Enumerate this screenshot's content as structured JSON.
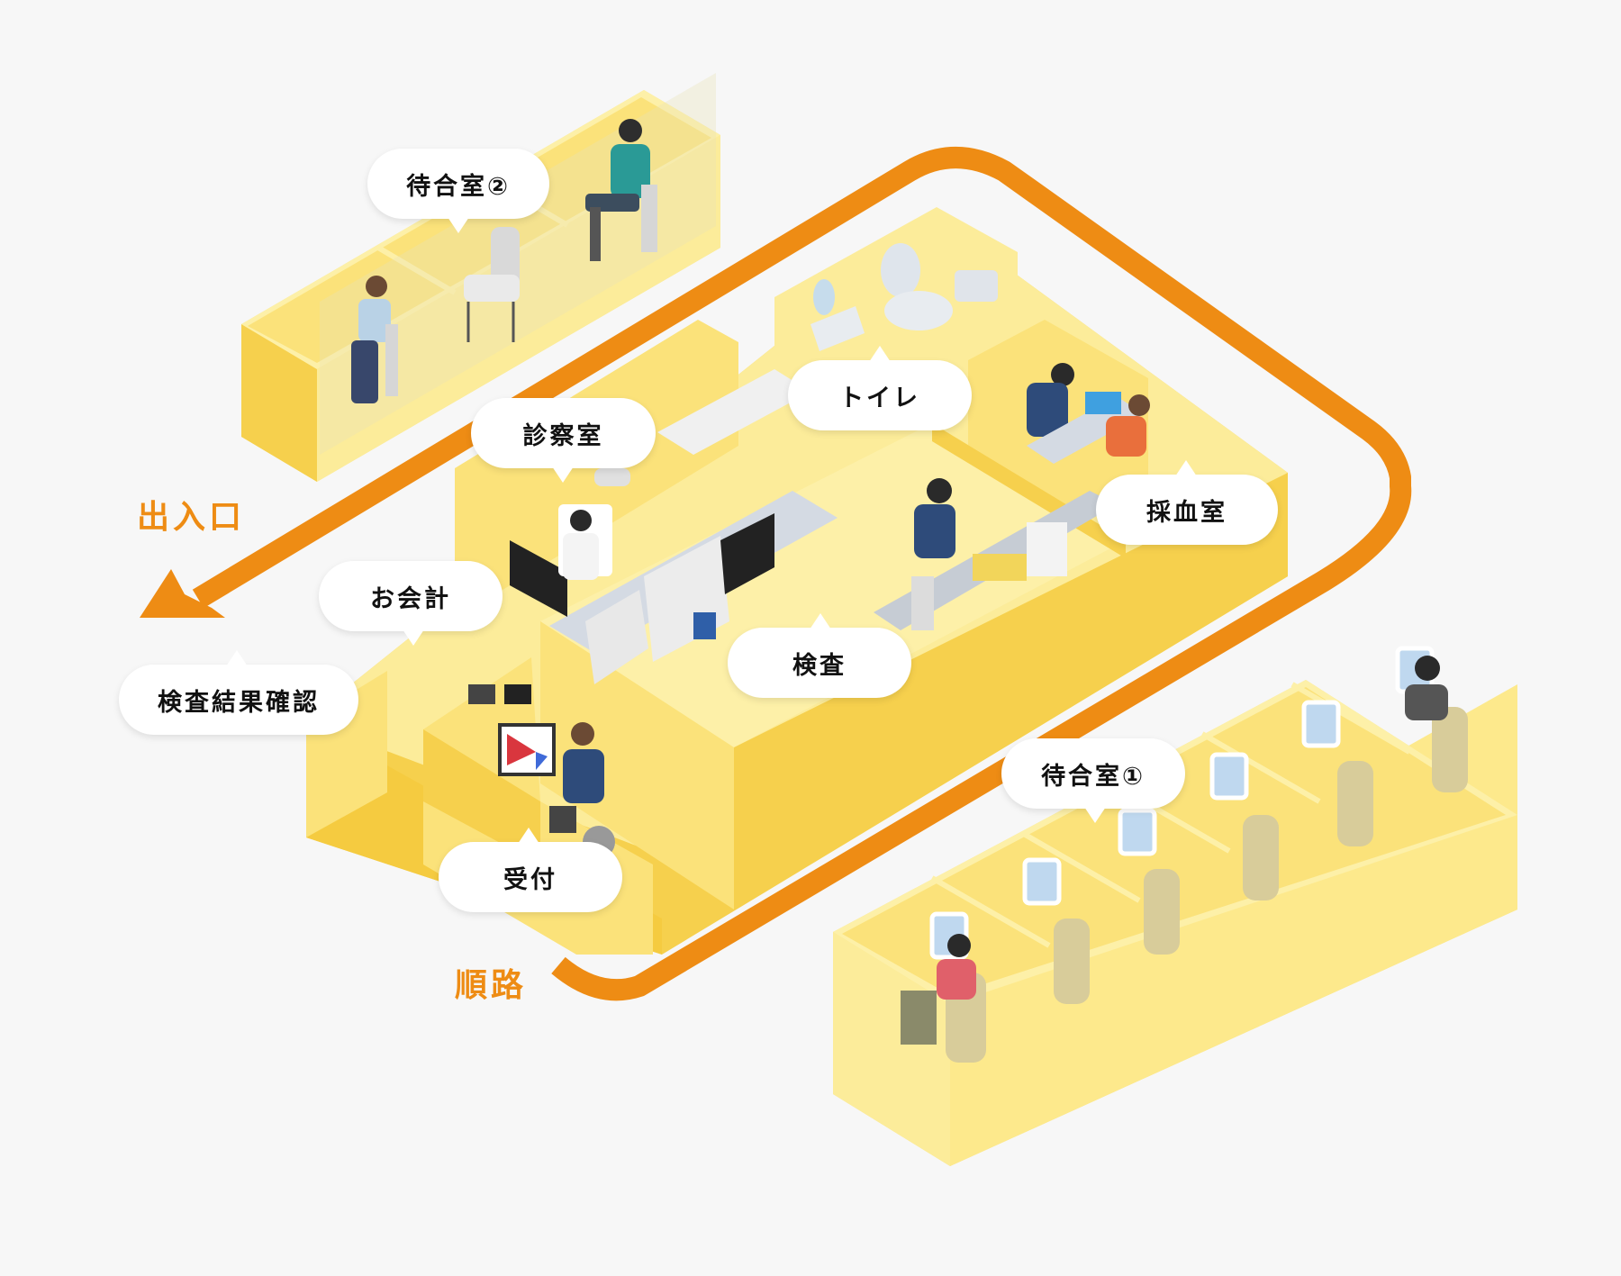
{
  "diagram": {
    "type": "isometric clinic floor plan",
    "colors": {
      "background": "#f7f7f7",
      "route": "#ee8c14",
      "wall_light": "#fdf0a8",
      "wall_mid": "#fbe27a",
      "wall_dark": "#f6d04d",
      "floor": "#fcec9a",
      "bubble": "#ffffff",
      "label_text": "#111111"
    },
    "route_labels": {
      "entrance": "出入口",
      "route": "順路"
    },
    "rooms": [
      {
        "id": "waiting-room-2",
        "label": "待合室②"
      },
      {
        "id": "toilet",
        "label": "トイレ"
      },
      {
        "id": "exam-room",
        "label": "診察室"
      },
      {
        "id": "blood-draw-room",
        "label": "採血室"
      },
      {
        "id": "checkout",
        "label": "お会計"
      },
      {
        "id": "test-results",
        "label": "検査結果確認"
      },
      {
        "id": "lab-test",
        "label": "検査"
      },
      {
        "id": "reception",
        "label": "受付"
      },
      {
        "id": "waiting-room-1",
        "label": "待合室①"
      }
    ]
  }
}
